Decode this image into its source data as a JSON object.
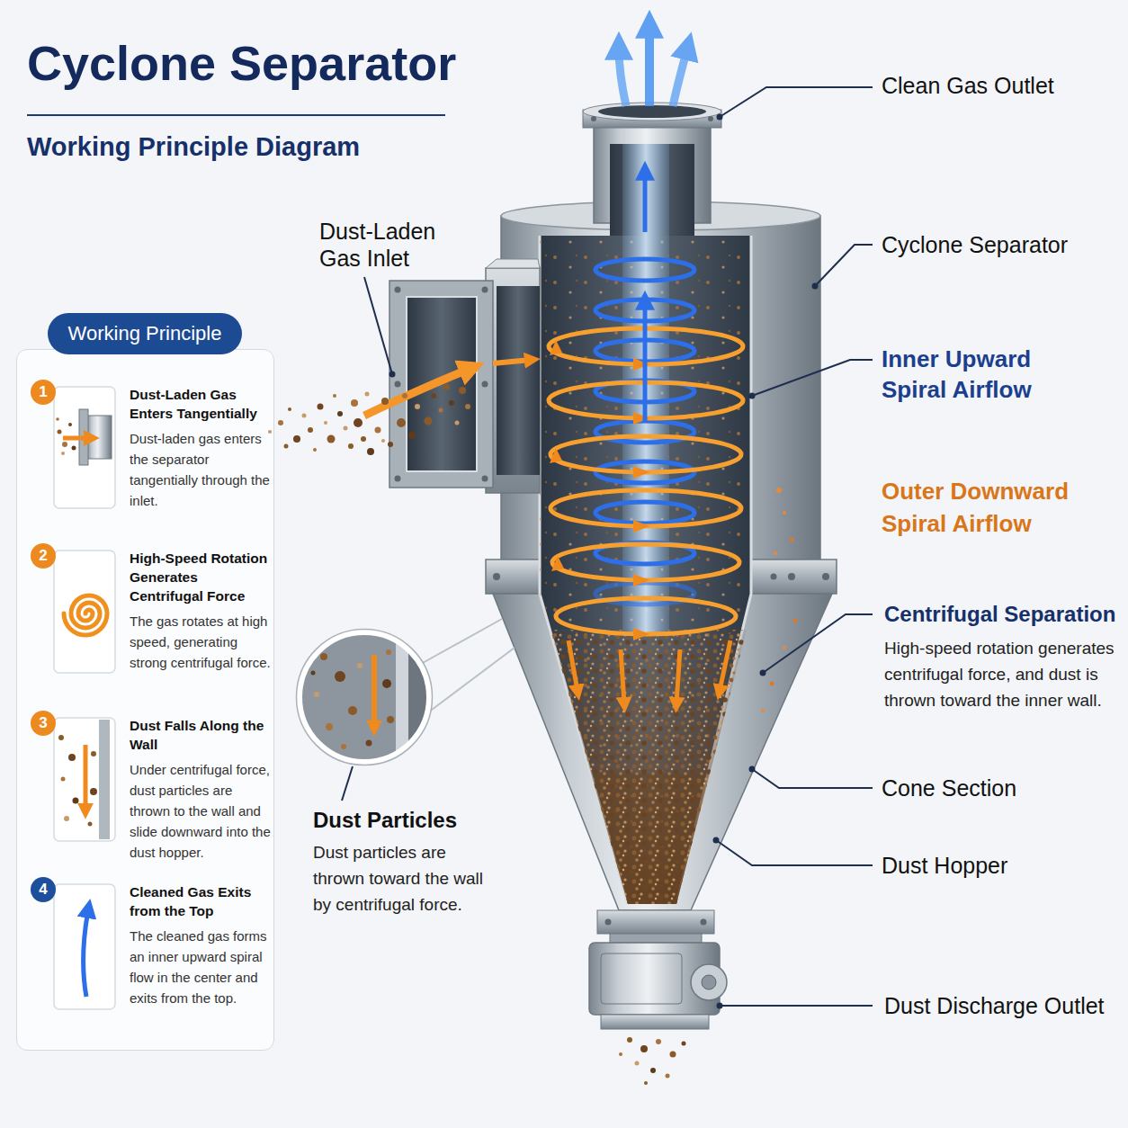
{
  "diagram": {
    "title": "Cyclone Separator",
    "nodes": [
      {
        "text": [
          "Working Principle"
        ]
      },
      {
        "text": [
          "1",
          "Dust-Laden Gas Enters Tangentially",
          "Dust-laden gas enters the separator tangentially through the inlet."
        ],
        "in": 0
      },
      {
        "text": [
          "2",
          "High-Speed Rotation Generates Centrifugal Force",
          "The gas rotates at high speed, generating strong centrifugal force."
        ],
        "in": 0
      },
      {
        "text": [
          "3",
          "Dust Falls Along the Wall",
          "Under centrifugal force, dust particles are thrown to the wall and slide downward into the dust hopper."
        ],
        "in": 0
      },
      {
        "text": [
          "4",
          "Cleaned Gas Exits from the Top",
          "The cleaned gas forms an inner upward spiral flow in the center and exits from the top."
        ],
        "in": 0
      }
    ],
    "labels": [
      "Working Principle Diagram",
      "Clean Gas Outlet",
      "Dust-Laden Gas Inlet",
      "Cyclone Separator",
      "Inner Upward Spiral Airflow",
      "Outer Downward Spiral Airflow",
      "Centrifugal Separation",
      "High-speed rotation generates centrifugal force, and dust is thrown toward the inner wall.",
      "Dust Particles",
      "Dust particles are thrown toward the wall by centrifugal force.",
      "Cone Section",
      "Dust Hopper",
      "Dust Discharge Outlet"
    ]
  }
}
